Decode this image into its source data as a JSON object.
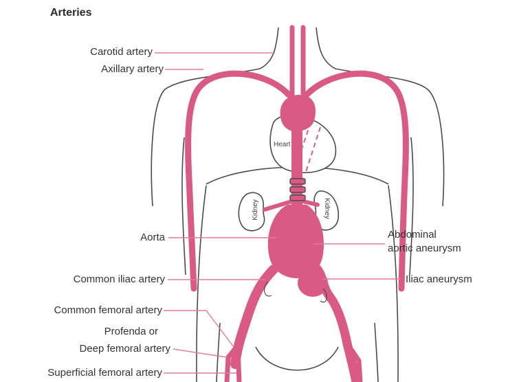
{
  "title": "Arteries",
  "labels": {
    "carotid": "Carotid artery",
    "axillary": "Axillary artery",
    "aorta": "Aorta",
    "common_iliac": "Common iliac artery",
    "common_femoral": "Common femoral artery",
    "profenda_line1": "Profenda or",
    "profenda_line2": "Deep femoral artery",
    "superficial_femoral": "Superficial femoral artery",
    "abdominal_line1": "Abdominal",
    "abdominal_line2": "aortic aneurysm",
    "iliac_aneurysm": "Iliac aneurysm",
    "heart": "Heart",
    "kidney_left": "Kidney",
    "kidney_right": "Kidney"
  },
  "colors": {
    "artery": "#d95b85",
    "outline": "#4a4a4a",
    "leader": "#e07aa0"
  }
}
